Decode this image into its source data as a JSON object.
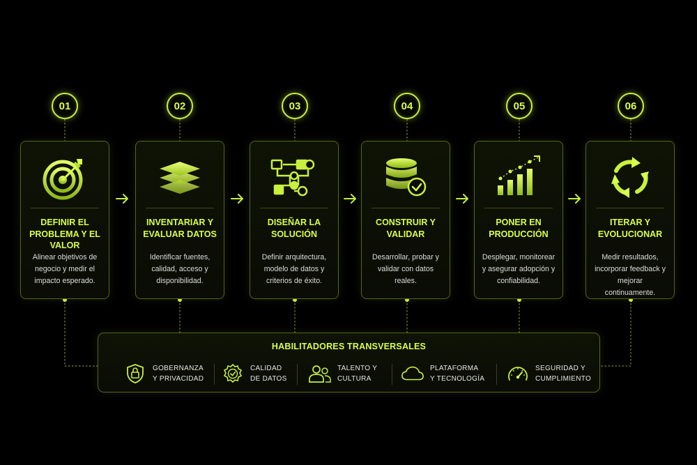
{
  "steps": [
    {
      "num": "01",
      "title": "DEFINIR EL PROBLEMA Y EL VALOR",
      "desc": "Alinear objetivos de negocio y medir el impacto esperado.",
      "icon": "target-icon"
    },
    {
      "num": "02",
      "title": "INVENTARIAR Y EVALUAR DATOS",
      "desc": "Identificar fuentes, calidad, acceso y disponibilidad.",
      "icon": "layers-icon"
    },
    {
      "num": "03",
      "title": "DISEÑAR LA SOLUCIÓN",
      "desc": "Definir arquitectura, modelo de datos y criterios de éxito.",
      "icon": "flow-diagram-icon"
    },
    {
      "num": "04",
      "title": "CONSTRUIR Y VALIDAR",
      "desc": "Desarrollar, probar y validar con datos reales.",
      "icon": "database-check-icon"
    },
    {
      "num": "05",
      "title": "PONER EN PRODUCCIÓN",
      "desc": "Desplegar, monitorear y asegurar adopción y confiabilidad.",
      "icon": "growth-chart-icon"
    },
    {
      "num": "06",
      "title": "ITERAR Y EVOLUCIONAR",
      "desc": "Medir resultados, incorporar feedback y mejorar continuamente.",
      "icon": "cycle-arrows-icon"
    }
  ],
  "enablers": {
    "title": "HABILITADORES TRANSVERSALES",
    "items": [
      {
        "line1": "GOBERNANZA",
        "line2": "Y PRIVACIDAD",
        "icon": "shield-lock-icon"
      },
      {
        "line1": "CALIDAD",
        "line2": "DE DATOS",
        "icon": "quality-badge-icon"
      },
      {
        "line1": "TALENTO Y",
        "line2": "CULTURA",
        "icon": "people-icon"
      },
      {
        "line1": "PLATAFORMA",
        "line2": "Y TECNOLOGÍA",
        "icon": "cloud-icon"
      },
      {
        "line1": "SEGURIDAD Y",
        "line2": "CUMPLIMIENTO",
        "icon": "gauge-icon"
      }
    ]
  },
  "colors": {
    "accent": "#c8f03c",
    "text": "#e9e9e9",
    "border": "#55661a",
    "background": "#000000"
  }
}
